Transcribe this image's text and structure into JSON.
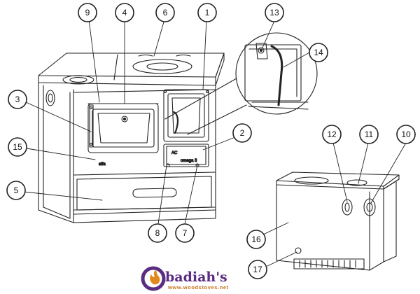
{
  "callouts": [
    {
      "id": "c1",
      "label": "1"
    },
    {
      "id": "c2",
      "label": "2"
    },
    {
      "id": "c3",
      "label": "3"
    },
    {
      "id": "c4",
      "label": "4"
    },
    {
      "id": "c5",
      "label": "5"
    },
    {
      "id": "c6",
      "label": "6"
    },
    {
      "id": "c7",
      "label": "7"
    },
    {
      "id": "c8",
      "label": "8"
    },
    {
      "id": "c9",
      "label": "9"
    },
    {
      "id": "c10",
      "label": "10"
    },
    {
      "id": "c11",
      "label": "11"
    },
    {
      "id": "c12",
      "label": "12"
    },
    {
      "id": "c13",
      "label": "13"
    },
    {
      "id": "c14",
      "label": "14"
    },
    {
      "id": "c15",
      "label": "15"
    },
    {
      "id": "c16",
      "label": "16"
    },
    {
      "id": "c17",
      "label": "17"
    }
  ],
  "stove_marks": {
    "badge": "AC",
    "model": "omega 3",
    "side": "alfa"
  },
  "watermark": {
    "name": "badiah's",
    "url": "www.woodstoves.net",
    "colors": {
      "name": "#5a2d82",
      "url": "#c8731a",
      "flame": "#e08a1e"
    }
  }
}
